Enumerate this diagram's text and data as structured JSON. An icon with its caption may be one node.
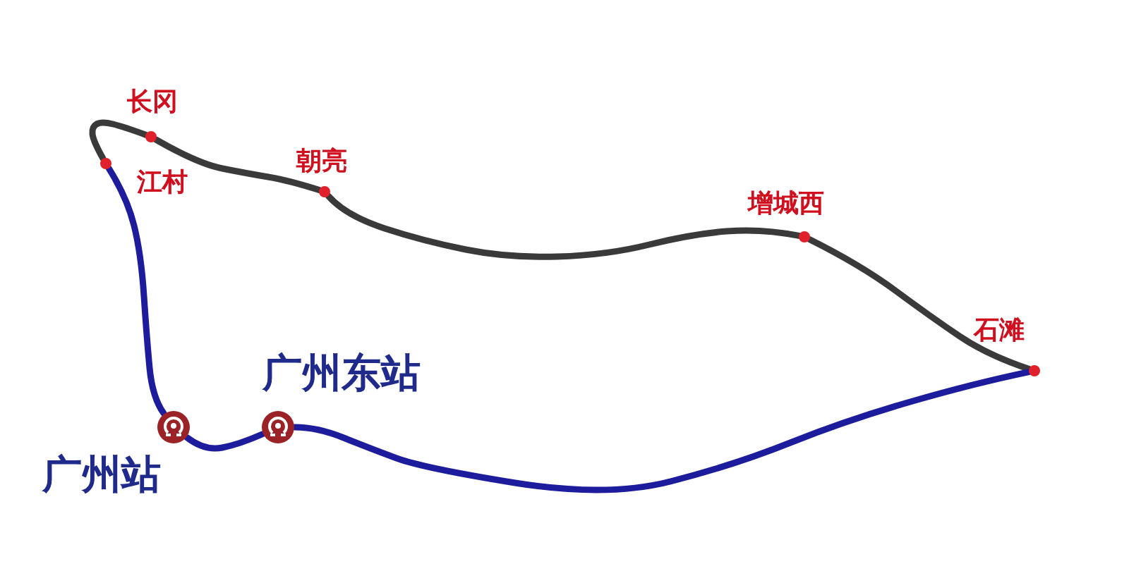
{
  "diagram": {
    "nodes": [
      {
        "text": [],
        "shape": "circle",
        "beside": [
          "长冈"
        ]
      },
      {
        "text": [],
        "shape": "circle",
        "beside": [
          "江村"
        ]
      },
      {
        "text": [],
        "shape": "circle",
        "beside": [
          "朝亮"
        ]
      },
      {
        "text": [],
        "shape": "circle",
        "beside": [
          "增城西"
        ]
      },
      {
        "text": [],
        "shape": "circle",
        "beside": [
          "石滩"
        ]
      },
      {
        "text": [],
        "shape": "picture",
        "beside": [
          "广州东站"
        ]
      },
      {
        "text": [],
        "shape": "picture",
        "beside": [
          "广州站"
        ]
      }
    ],
    "edges": [
      {
        "from": 1,
        "to": 0,
        "arrow": "none"
      },
      {
        "from": 0,
        "to": 2,
        "arrow": "none"
      },
      {
        "from": 2,
        "to": 3,
        "arrow": "none"
      },
      {
        "from": 3,
        "to": 4,
        "arrow": "none"
      },
      {
        "from": 4,
        "to": 5,
        "arrow": "none",
        "color": "#1c1c9c"
      },
      {
        "from": 5,
        "to": 6,
        "arrow": "none",
        "color": "#1c1c9c"
      },
      {
        "from": 6,
        "to": 1,
        "arrow": "none",
        "color": "#1c1c9c"
      }
    ]
  }
}
